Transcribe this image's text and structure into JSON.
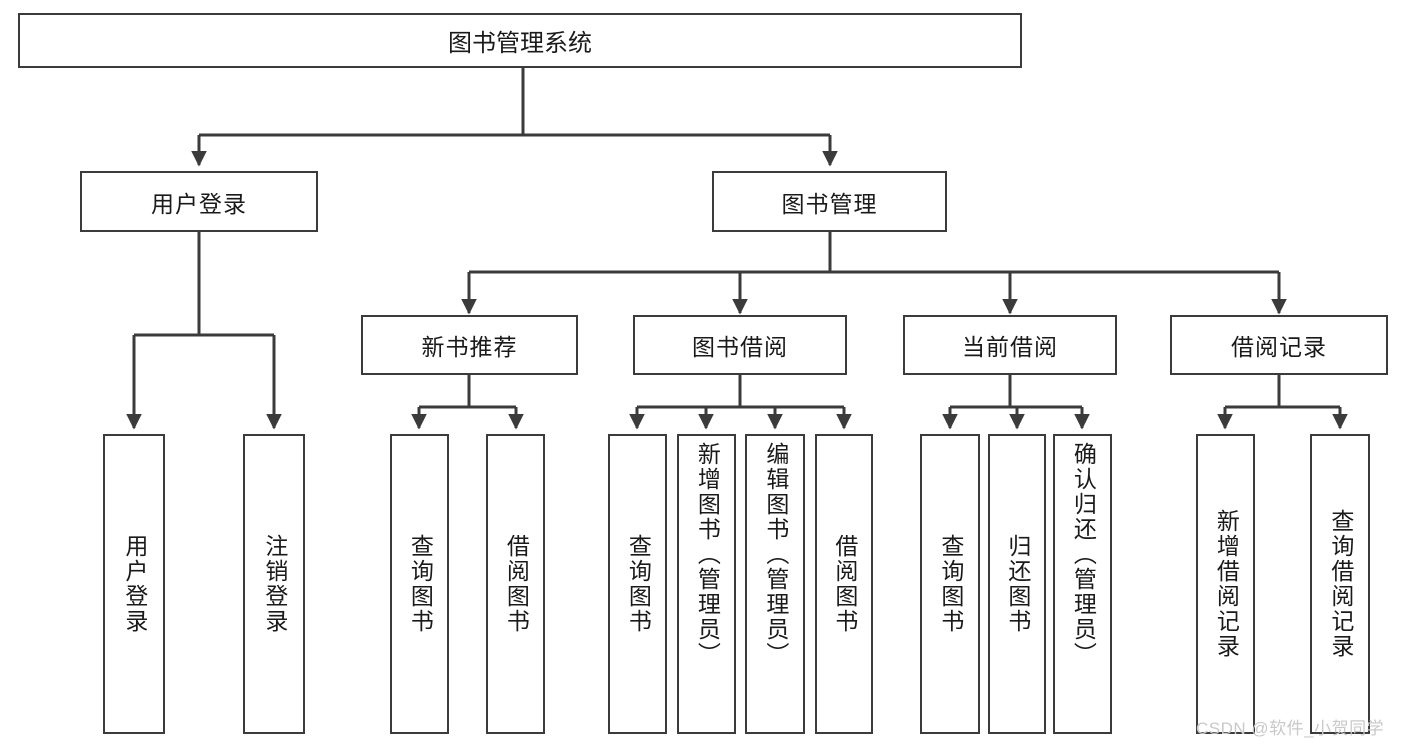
{
  "diagram": {
    "type": "tree-hierarchy",
    "title": "图书管理系统",
    "root": {
      "label": "图书管理系统"
    },
    "level2": [
      {
        "label": "用户登录"
      },
      {
        "label": "图书管理"
      }
    ],
    "level3": [
      {
        "label": "新书推荐"
      },
      {
        "label": "图书借阅"
      },
      {
        "label": "当前借阅"
      },
      {
        "label": "借阅记录"
      }
    ],
    "leaves": [
      {
        "label": "用户登录",
        "group": "用户登录"
      },
      {
        "label": "注销登录",
        "group": "用户登录"
      },
      {
        "label": "查询图书",
        "group": "新书推荐"
      },
      {
        "label": "借阅图书",
        "group": "新书推荐"
      },
      {
        "label": "查询图书",
        "group": "图书借阅"
      },
      {
        "label": "新增图书（管理员）",
        "group": "图书借阅"
      },
      {
        "label": "编辑图书（管理员）",
        "group": "图书借阅"
      },
      {
        "label": "借阅图书",
        "group": "图书借阅"
      },
      {
        "label": "查询图书",
        "group": "当前借阅"
      },
      {
        "label": "归还图书",
        "group": "当前借阅"
      },
      {
        "label": "确认归还（管理员）",
        "group": "当前借阅"
      },
      {
        "label": "新增借阅记录",
        "group": "借阅记录"
      },
      {
        "label": "查询借阅记录",
        "group": "借阅记录"
      }
    ]
  },
  "watermark": {
    "text": "CSDN @软件_小贺同学"
  },
  "colors": {
    "border": "#3b3b3b",
    "background": "#ffffff",
    "text": "#1a1a1a",
    "watermark": "#c9c9c9"
  }
}
